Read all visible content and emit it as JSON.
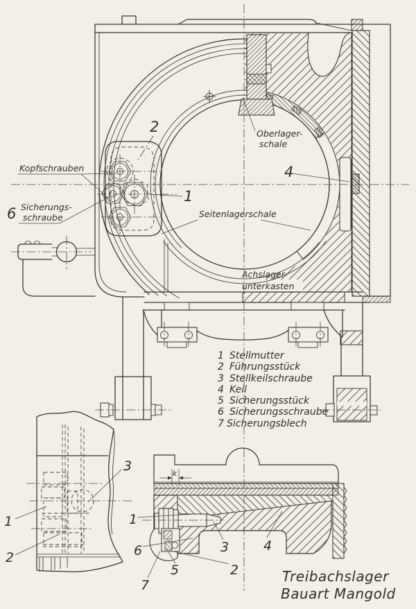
{
  "title": {
    "line1": "Treibachslager",
    "line2": "Bauart Mangold"
  },
  "main_view": {
    "labels": {
      "kopfschrauben": "Kopfschrauben",
      "num6": "6",
      "sicherungs_line1": "Sicherungs-",
      "sicherungs_line2": "schraube",
      "num2": "2",
      "num1": "1",
      "num4": "4",
      "oberlager_line1": "Oberlager-",
      "oberlager_line2": "schale",
      "seitenlagerschale": "Seitenlagerschale",
      "achslager_line1": "Achslager-",
      "achslager_line2": "unterkasten"
    }
  },
  "legend": {
    "items": [
      {
        "num": "1",
        "label": "Stellmutter"
      },
      {
        "num": "2",
        "label": "Führungsstück"
      },
      {
        "num": "3",
        "label": "Stellkeilschraube"
      },
      {
        "num": "4",
        "label": "Keil"
      },
      {
        "num": "5",
        "label": "Sicherungsstück"
      },
      {
        "num": "6",
        "label": "Sicherungsschraube"
      },
      {
        "num": "7",
        "label": "Sicherungsblech"
      }
    ]
  },
  "detail_left": {
    "callout_1": "1",
    "callout_2": "2",
    "callout_3": "3"
  },
  "detail_right": {
    "callout_1": "1",
    "callout_2": "2",
    "callout_3": "3",
    "callout_4": "4",
    "callout_5": "5",
    "callout_6": "6",
    "callout_7": "7",
    "dim_k": "k"
  }
}
